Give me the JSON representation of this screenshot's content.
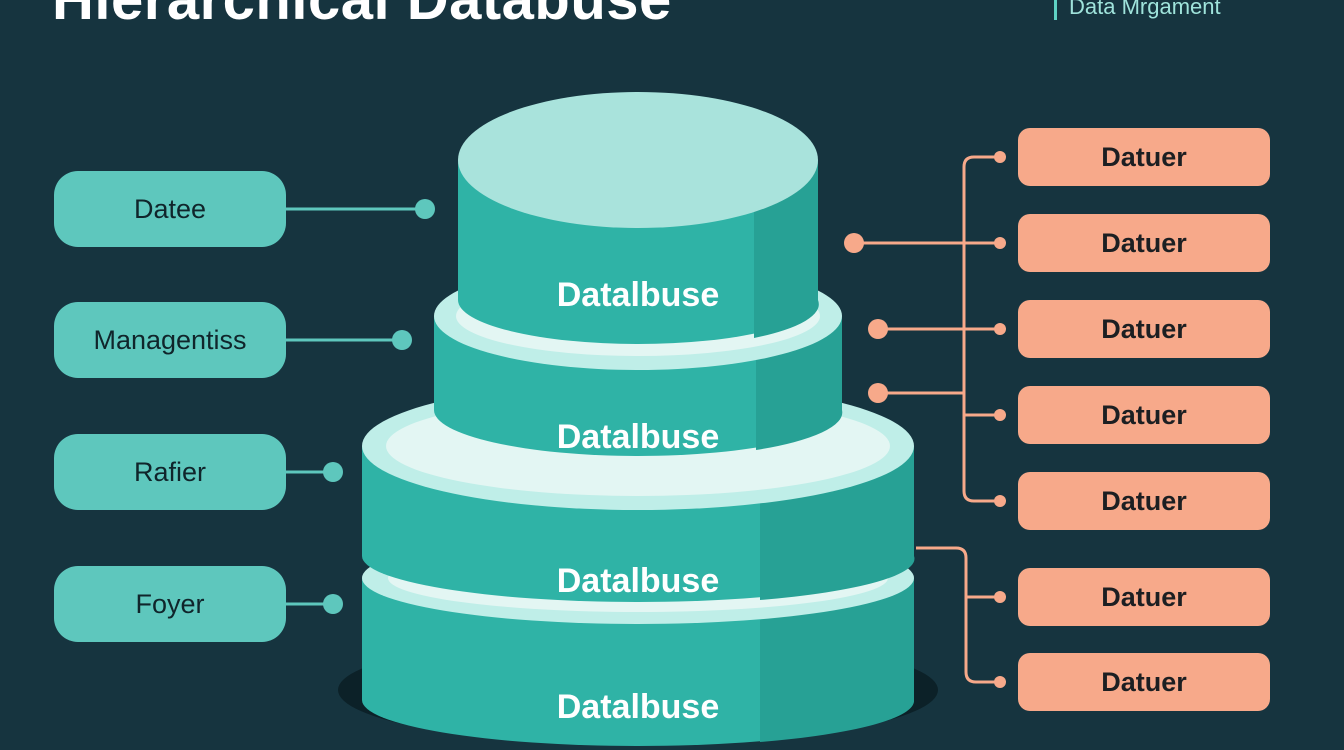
{
  "header": {
    "title": "Hierarchical Databuse",
    "brand": "Data Mrgament"
  },
  "left_labels": [
    "Datee",
    "Managentiss",
    "Rafier",
    "Foyer"
  ],
  "tiers": [
    "Datalbuse",
    "Datalbuse",
    "Datalbuse",
    "Datalbuse"
  ],
  "right_labels": [
    "Datuer",
    "Datuer",
    "Datuer",
    "Datuer",
    "Datuer",
    "Datuer",
    "Datuer"
  ],
  "colors": {
    "background": "#16343f",
    "teal": "#2fb3a6",
    "teal_light": "#a9e3dc",
    "pill_teal": "#5ec7bd",
    "pill_salmon": "#f7a98a"
  }
}
